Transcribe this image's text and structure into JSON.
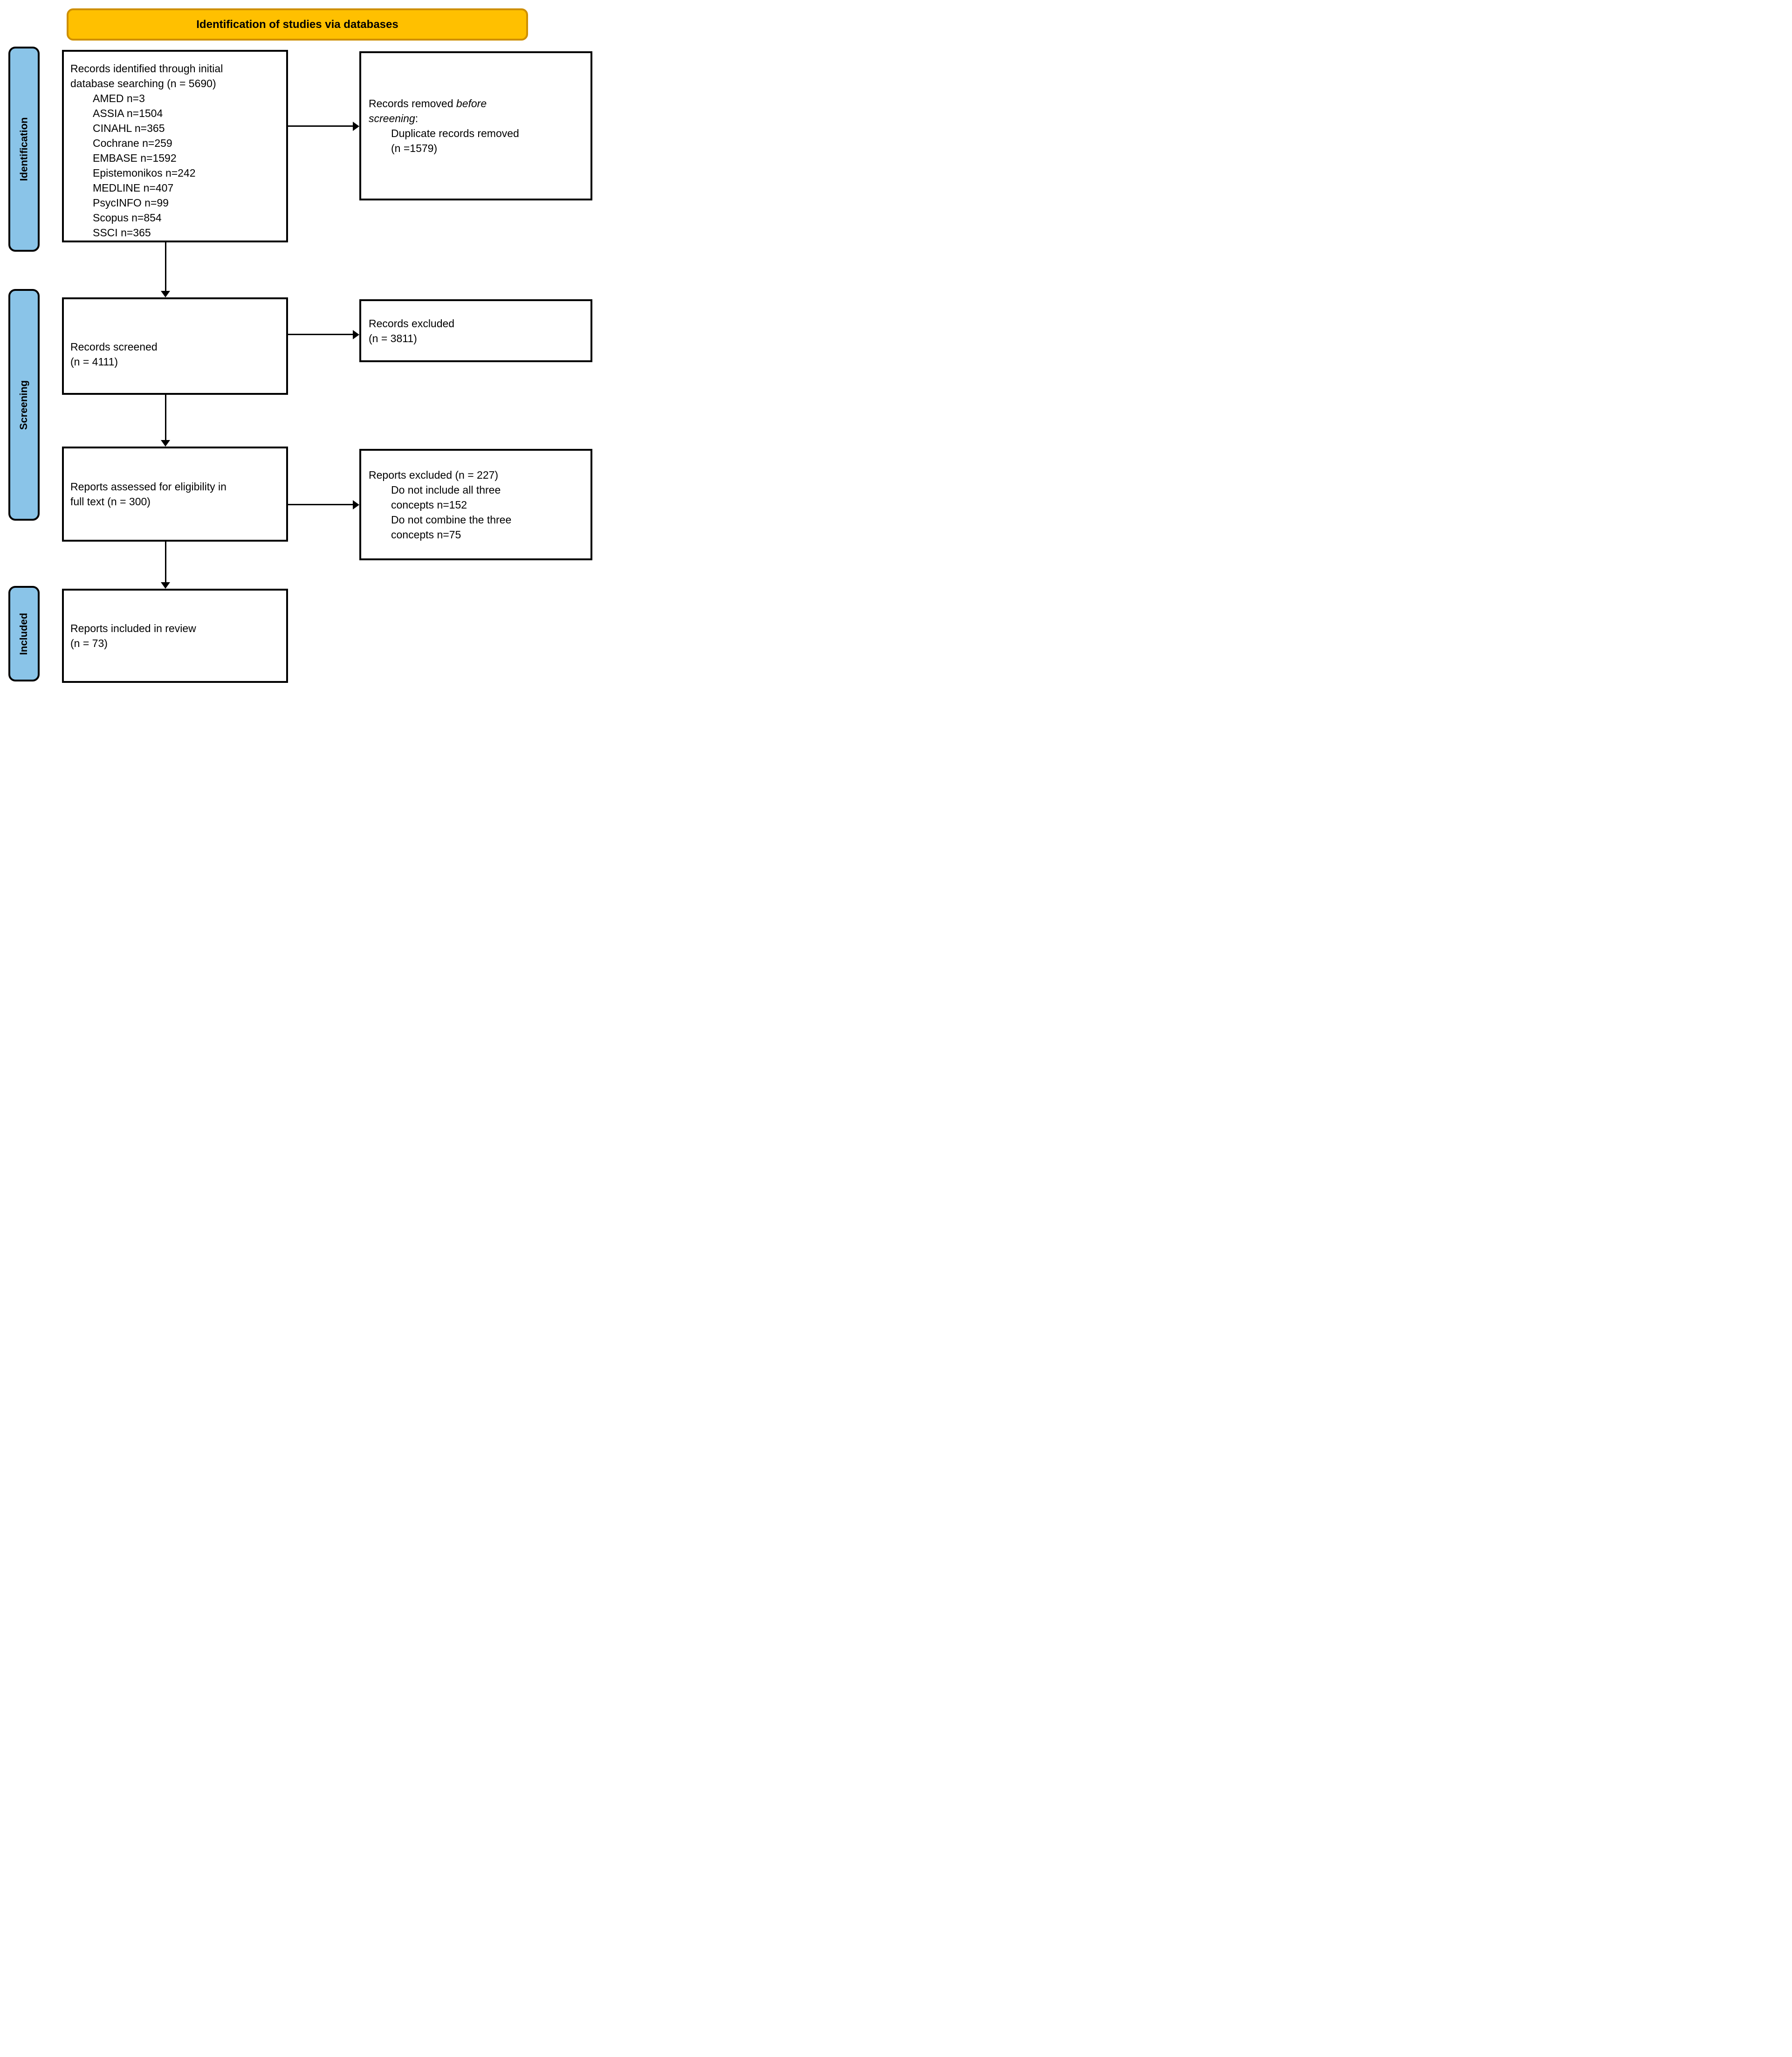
{
  "header": {
    "title": "Identification of studies via databases"
  },
  "stages": [
    {
      "label": "Identification"
    },
    {
      "label": "Screening"
    },
    {
      "label": "Included"
    }
  ],
  "flow": {
    "identified": {
      "title_line1": "Records identified through initial",
      "title_line2": "database searching (n = 5690)",
      "databases": [
        "AMED n=3",
        "ASSIA n=1504",
        "CINAHL n=365",
        "Cochrane n=259",
        "EMBASE n=1592",
        "Epistemonikos n=242",
        "MEDLINE n=407",
        "PsycINFO n=99",
        "Scopus n=854",
        "SSCI n=365"
      ]
    },
    "screened": {
      "line1": "Records screened",
      "line2": "(n = 4111)"
    },
    "assessed": {
      "line1": "Reports assessed for eligibility in",
      "line2": "full text (n = 300)"
    },
    "included": {
      "line1": "Reports included in review",
      "line2": "(n = 73)"
    }
  },
  "exclusions": {
    "removed_before_screening": {
      "line1_normal": "Records removed ",
      "line1_italic": "before",
      "line2_italic": "screening",
      "line2_suffix": ":",
      "detail_line1": "Duplicate records removed",
      "detail_line2": "(n =1579)"
    },
    "records_excluded": {
      "line1": "Records excluded",
      "line2": "(n = 3811)"
    },
    "reports_excluded": {
      "title": "Reports excluded (n = 227)",
      "reasons": [
        "Do not include all three",
        "concepts n=152",
        "Do not combine the three",
        "concepts n=75"
      ]
    }
  },
  "colors": {
    "header_fill": "#FFC000",
    "header_border": "#CE8F00",
    "stage_fill": "#8AC4E8",
    "box_border": "#000000"
  }
}
